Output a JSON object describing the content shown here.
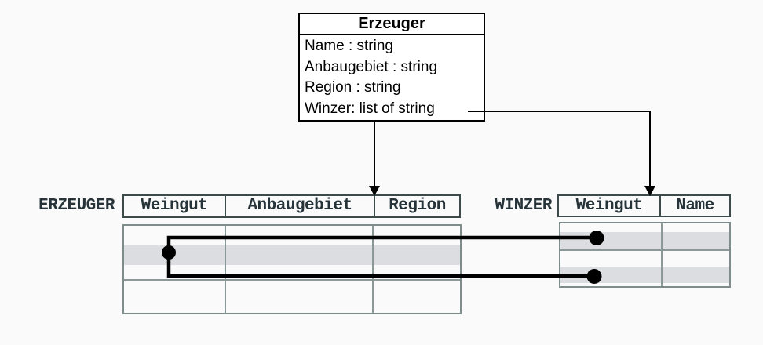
{
  "colors": {
    "background": "#fafafa",
    "class_box_border": "#000000",
    "class_box_fill": "#ffffff",
    "table_header_border": "#3c4a4a",
    "table_body_border": "#7e8c8c",
    "label_text": "#263339",
    "row_highlight": "#dcdde1",
    "connector": "#000000"
  },
  "class_box": {
    "title": "Erzeuger",
    "attributes": [
      "Name : string",
      "Anbaugebiet : string",
      "Region : string",
      "Winzer: list of string"
    ]
  },
  "tables": {
    "erzeuger": {
      "label": "ERZEUGER",
      "columns": [
        "Weingut",
        "Anbaugebiet",
        "Region"
      ],
      "row_count": 4,
      "highlighted_row_index": 2
    },
    "winzer": {
      "label": "WINZER",
      "columns": [
        "Weingut",
        "Name"
      ],
      "row_count": 4,
      "highlighted_row_indexes": [
        2,
        4
      ]
    }
  }
}
